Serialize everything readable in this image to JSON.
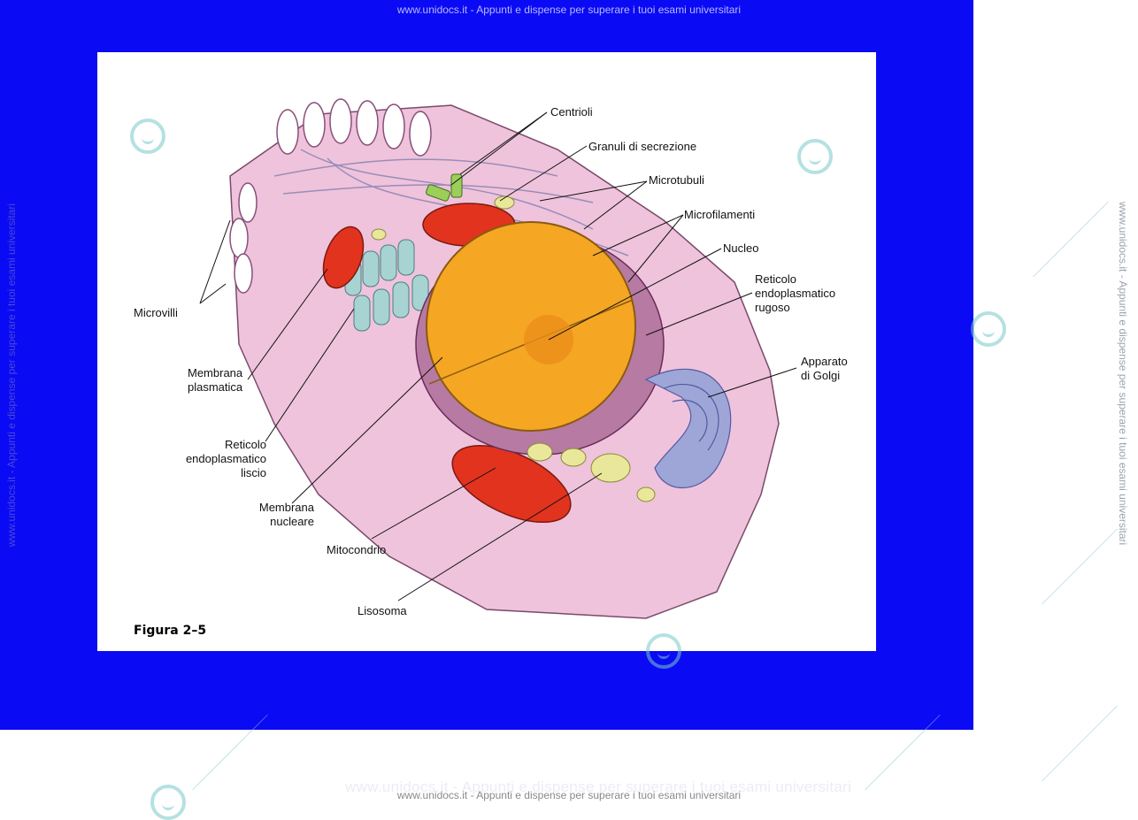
{
  "watermark": {
    "top_text": "www.unidocs.it - Appunti e dispense per superare i tuoi esami universitari",
    "bottom_text": "www.unidocs.it - Appunti e dispense per superare i tuoi esami universitari",
    "ghost_text": "www.unidocs.it - Appunti e dispense per superare i tuoi esami universitari",
    "side_text": "www.unidocs.it - Appunti e dispense per superare i tuoi esami universitari",
    "side_left_text": "www.unidocs.it - Appunti e dispense per superare i tuoi esami universitari"
  },
  "colors": {
    "slide_background": "#0a0af5",
    "nucleus": "#f5a623",
    "mitochondrion": "#e2331f",
    "cell_membrane": "#efc3dc",
    "golgi": "#9ea6d8",
    "smooth_er": "#a7d3d3"
  },
  "figure": {
    "caption": "Figura 2–5",
    "labels": {
      "centrioli": "Centrioli",
      "granuli": "Granuli di secrezione",
      "microtubuli": "Microtubuli",
      "microfilamenti": "Microfilamenti",
      "nucleo": "Nucleo",
      "rer": "Reticolo\nendoplasmatico\nrugoso",
      "golgi": "Apparato\ndi Golgi",
      "microvilli": "Microvilli",
      "membrana_plasmatica": "Membrana\nplasmatica",
      "ser": "Reticolo\nendoplasmatico\nliscio",
      "membrana_nucleare": "Membrana\nnucleare",
      "mitocondrio": "Mitocondrio",
      "lisosoma": "Lisosoma"
    }
  }
}
